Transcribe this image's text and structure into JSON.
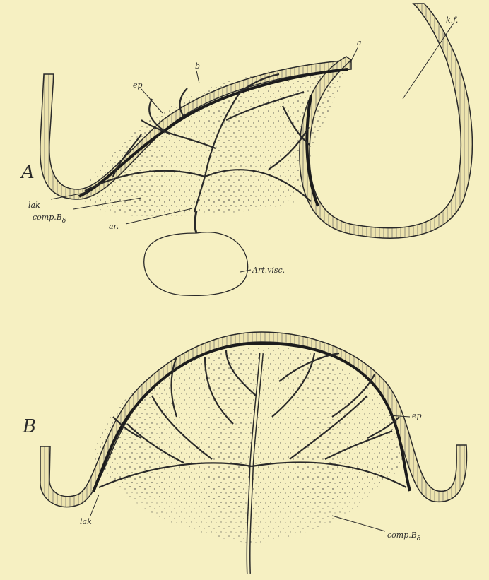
{
  "figure": {
    "panel_a": {
      "letter": "A",
      "labels": {
        "a": "a",
        "b": "b",
        "ep": "ep",
        "kf": "k.f.",
        "lak": "lak",
        "comp": "comp.B",
        "comp_sub": "δ",
        "ar": "ar.",
        "art_visc": "Art.visc."
      }
    },
    "panel_b": {
      "letter": "B",
      "labels": {
        "ep": "ep",
        "lak": "lak",
        "comp": "comp.B",
        "comp_sub": "δ"
      }
    },
    "colors": {
      "paper": "#f6f0c2",
      "ink": "#2a2a2a",
      "epithelium_fill": "#ece3ae",
      "vessel_fill": "#1c1c1c"
    }
  }
}
